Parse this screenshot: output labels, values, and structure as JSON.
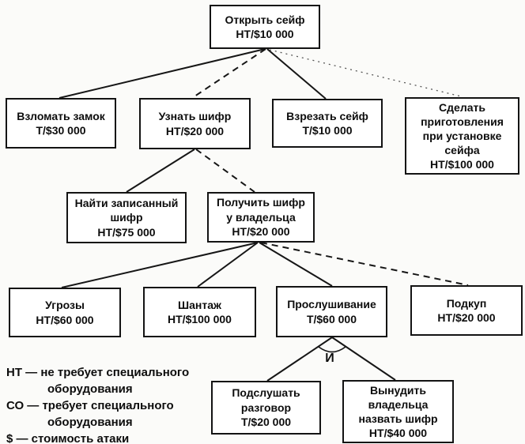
{
  "diagram_type": "attack-tree",
  "nodes": {
    "open_safe": {
      "text": "Открыть сейф\nНТ/$10 000"
    },
    "break_lock": {
      "text": "Взломать замок\nТ/$30 000"
    },
    "learn_combo": {
      "text": "Узнать шифр\nНТ/$20 000"
    },
    "cut_safe": {
      "text": "Взрезать сейф\nТ/$10 000"
    },
    "install_prep": {
      "text": "Сделать\nприготовления\nпри установке\nсейфа\nНТ/$100 000"
    },
    "find_written": {
      "text": "Найти записанный\nшифр\nНТ/$75 000"
    },
    "get_from_owner": {
      "text": "Получить шифр\nу владельца\nНТ/$20 000"
    },
    "threats": {
      "text": "Угрозы\nНТ/$60 000"
    },
    "blackmail": {
      "text": "Шантаж\nНТ/$100 000"
    },
    "eavesdropping": {
      "text": "Прослушивание\nТ/$60 000"
    },
    "bribery": {
      "text": "Подкуп\nНТ/$20 000"
    },
    "overhear_talk": {
      "text": "Подслушать\nразговор\nТ/$20 000"
    },
    "force_owner": {
      "text": "Вынудить\nвладельца\nназвать шифр\nНТ/$40 000"
    }
  },
  "and_gate_label": "И",
  "legend": {
    "entries": [
      {
        "first": "НТ — не требует специального",
        "cont": "оборудования"
      },
      {
        "first": "СО — требует специального",
        "cont": "оборудования"
      },
      {
        "first": "$ — стоимость атаки",
        "cont": ""
      }
    ]
  },
  "colors": {
    "line": "#161616",
    "box_border": "#131313",
    "box_background": "#ffffff",
    "page_background": "#fbfbf9"
  }
}
